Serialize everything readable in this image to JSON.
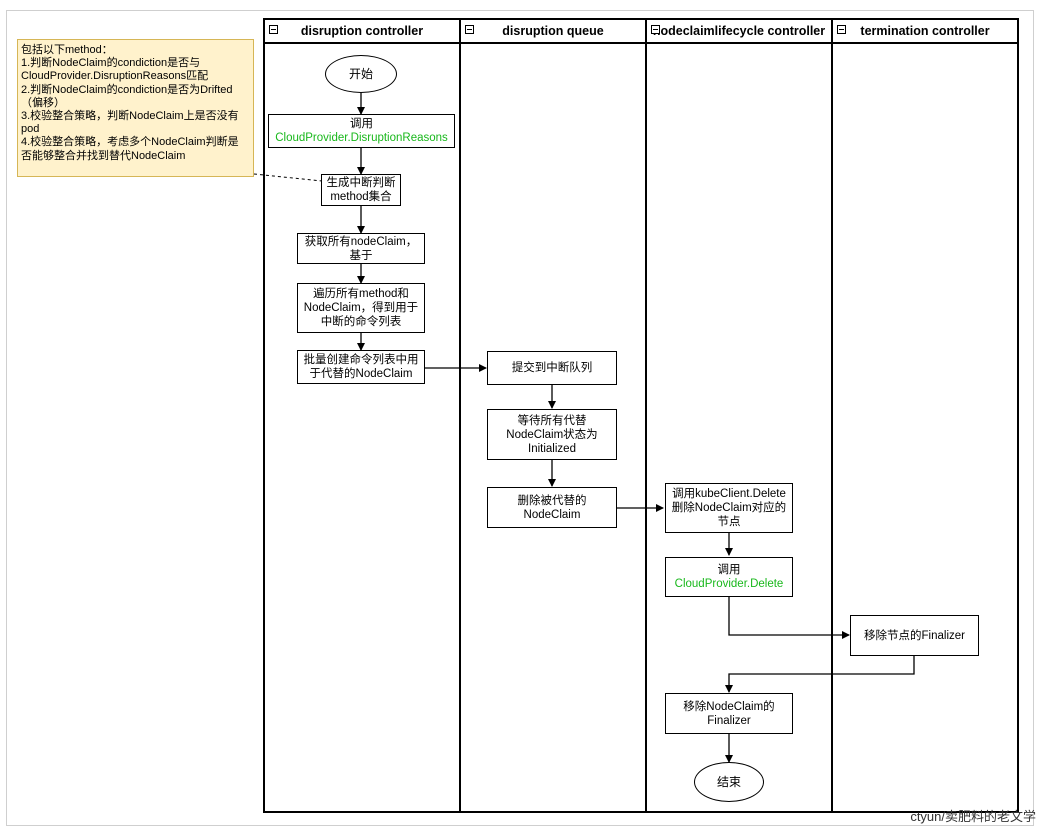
{
  "lanes": [
    {
      "title": "disruption controller"
    },
    {
      "title": "disruption queue"
    },
    {
      "title": "nodeclaimlifecycle controller"
    },
    {
      "title": "termination controller"
    }
  ],
  "note": {
    "lines": [
      "包括以下method：",
      "1.判断NodeClaim的condiction是否与",
      "CloudProvider.DisruptionReasons匹配",
      "2.判断NodeClaim的condiction是否为Drifted",
      "（偏移）",
      "3.校验整合策略，判断NodeClaim上是否没有",
      "pod",
      "4.校验整合策略，考虑多个NodeClaim判断是",
      "否能够整合并找到替代NodeClaim"
    ]
  },
  "nodes": {
    "start": "开始",
    "call_reasons": {
      "line1": "调用",
      "line2": "CloudProvider.DisruptionReasons"
    },
    "gen_methods": {
      "line1": "生成中断判断",
      "line2": "method集合"
    },
    "get_claims": {
      "line1": "获取所有nodeClaim，",
      "line2": "基于"
    },
    "iterate": {
      "line1": "遍历所有method和",
      "line2": "NodeClaim，得到用于",
      "line3": "中断的命令列表"
    },
    "batch_create": {
      "line1": "批量创建命令列表中用",
      "line2": "于代替的NodeClaim"
    },
    "submit_queue": "提交到中断队列",
    "wait_init": {
      "line1": "等待所有代替",
      "line2": "NodeClaim状态为",
      "line3": "Initialized"
    },
    "delete_replaced": {
      "line1": "删除被代替的",
      "line2": "NodeClaim"
    },
    "kube_delete": {
      "line1": "调用kubeClient.Delete",
      "line2": "删除NodeClaim对应的",
      "line3": "节点"
    },
    "cp_delete": {
      "line1": "调用",
      "line2": "CloudProvider.Delete"
    },
    "remove_node_finalizer": "移除节点的Finalizer",
    "remove_claim_finalizer": {
      "line1": "移除NodeClaim的",
      "line2": "Finalizer"
    },
    "end": "结束"
  },
  "credit": "ctyun/卖肥料的老文学",
  "colors": {
    "highlight_text": "#19b81c",
    "note_bg": "#fff2cc",
    "note_border": "#d6b656"
  }
}
